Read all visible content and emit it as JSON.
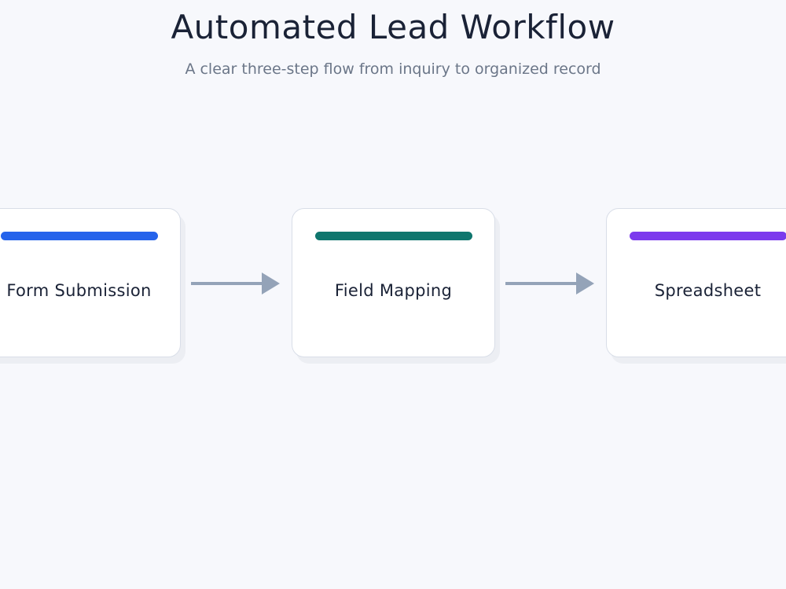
{
  "header": {
    "title": "Automated Lead Workflow",
    "subtitle": "A clear three-step flow from inquiry to organized record"
  },
  "steps": [
    {
      "label": "Form Submission",
      "accent": "#2563eb"
    },
    {
      "label": "Field Mapping",
      "accent": "#0f766e"
    },
    {
      "label": "Spreadsheet",
      "accent": "#7c3aed"
    }
  ],
  "connector_color": "#94a3b8"
}
